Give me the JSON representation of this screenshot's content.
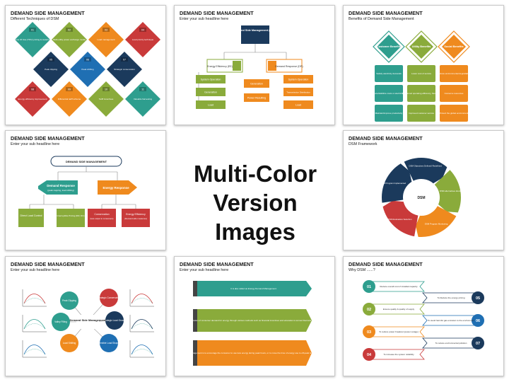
{
  "center_caption": {
    "line1": "Multi-Color",
    "line2": "Version Images"
  },
  "slides": [
    {
      "title": "DEMAND SIDE MANAGEMENT",
      "subtitle": "Different Techniques of DSM",
      "tiles": [
        {
          "num": "01",
          "text": "Time Of Use (TOU) pricing & metering",
          "color": "#2e9e8e"
        },
        {
          "num": "02",
          "text": "Multi-utility power exchange model",
          "color": "#8aab3b"
        },
        {
          "num": "03",
          "text": "Load management",
          "color": "#ef8a1e"
        },
        {
          "num": "04",
          "text": "Load priority technique",
          "color": "#c93a3a"
        },
        {
          "num": "05",
          "text": "Peak clipping",
          "color": "#1b3a5c"
        },
        {
          "num": "06",
          "text": "Peak shifting",
          "color": "#1f6fb3"
        },
        {
          "num": "07",
          "text": "Strategic conservation",
          "color": "#1b3a5c"
        },
        {
          "num": "08",
          "text": "Energy efficiency improvement",
          "color": "#c93a3a"
        },
        {
          "num": "09",
          "text": "Differential tariff scheme",
          "color": "#ef8a1e"
        },
        {
          "num": "10",
          "text": "Tariff incentives",
          "color": "#8aab3b"
        },
        {
          "num": "11",
          "text": "Valuable harvesting",
          "color": "#2e9e8e"
        }
      ]
    },
    {
      "title": "DEMAND SIDE MANAGEMENT",
      "subtitle": "Enter your sub headline here",
      "root": "Demand Side Management (DSM)",
      "left_head": "Energy Efficiency (EE)",
      "right_head": "Demand Response (DR)",
      "left_items": [
        "System Operation",
        "Generation",
        "Load"
      ],
      "center_items": [
        "Generation",
        "Power Resulting"
      ],
      "right_items": [
        "System Operation",
        "Transmission Distribution",
        "Load"
      ]
    },
    {
      "title": "DEMAND SIDE MANAGEMENT",
      "subtitle": "Benefits of Demand Side Management",
      "columns": [
        {
          "head": "Customer Benefits",
          "color": "#2e9e8e",
          "items": [
            "Satisfy electricity demands",
            "Reduce/stabilize costs or electricity bill",
            "Maintain/improve productivity"
          ]
        },
        {
          "head": "Utility Benefits",
          "color": "#8aab3b",
          "items": [
            "Lower cost of service",
            "Enhanced operating efficiency, flexibility",
            "Improved customer service"
          ]
        },
        {
          "head": "Social Benefits",
          "color": "#ef8a1e",
          "items": [
            "Reduce environmental degradation",
            "Conserve resources",
            "Protect the global environment"
          ]
        }
      ]
    },
    {
      "title": "DEMAND SIDE MANAGEMENT",
      "subtitle": "Enter your sub headline here",
      "root": "DEMAND SIDE MANAGEMENT",
      "left": "Demand Response",
      "left_note": "(peak capping, load shifting)",
      "right": "Energy Response",
      "leaves": [
        "Direct Load Control",
        "Interruptible Pricing (DR, DC)",
        "Conservation",
        "Energy Efficiency"
      ],
      "leaf_notes": [
        "",
        "",
        "(less output to consumers)",
        "(Demand-side measures)"
      ]
    },
    {
      "title": "DEMAND SIDE MANAGEMENT",
      "subtitle": "DSM Framework",
      "center": "DSM",
      "segments": [
        {
          "text": "DSM Objectives Defined/ Redefined",
          "color": "#1b3a5c"
        },
        {
          "text": "DSM alternatives identified",
          "color": "#8aab3b"
        },
        {
          "text": "DSM Program Monitoring",
          "color": "#ef8a1e"
        },
        {
          "text": "DSM Evaluation Selection",
          "color": "#c93a3a"
        },
        {
          "text": "DSM Program Implemented",
          "color": "#1b3a5c"
        }
      ]
    },
    {
      "title": "DEMAND SIDE MANAGEMENT",
      "subtitle": "Enter your sub headline here",
      "center": "Demand Side Management",
      "items": [
        {
          "text": "Peak Clipping",
          "color": "#2e9e8e"
        },
        {
          "text": "Valley Filling",
          "color": "#2e9e8e"
        },
        {
          "text": "Load Shifting",
          "color": "#ef8a1e"
        },
        {
          "text": "Strategic Conservation",
          "color": "#c93a3a"
        },
        {
          "text": "Strategic Load Growth",
          "color": "#1b3a5c"
        },
        {
          "text": "Flexible Load Shape",
          "color": "#1f6fb3"
        }
      ]
    },
    {
      "title": "DEMAND SIDE MANAGEMENT",
      "subtitle": "Enter your sub headline here",
      "banners": [
        {
          "text": "It is also called as Energy Demand Management.",
          "color": "#2e9e8e"
        },
        {
          "text": "The modification of consumer demand for energy through various methods such as financial incentives and education is termed Demand Management.",
          "color": "#8aab3b"
        },
        {
          "text": "The main goal of demand side management is to encourage the consumer to use less energy during peak hours, or to move the time of energy use to off-peak times such as night time and weekends.",
          "color": "#ef8a1e"
        }
      ]
    },
    {
      "title": "DEMAND SIDE MANAGEMENT",
      "subtitle": "Why DSM ......?",
      "steps": [
        {
          "num": "01",
          "text": "Reduce overall cost of installed capacity",
          "color": "#2e9e8e"
        },
        {
          "num": "02",
          "text": "Ensure quality & quality of supply",
          "color": "#8aab3b"
        },
        {
          "num": "03",
          "text": "To reduce power breakout (power outage)",
          "color": "#ef8a1e"
        },
        {
          "num": "04",
          "text": "To increase the system reliability",
          "color": "#c93a3a"
        },
        {
          "num": "05",
          "text": "To Reduce the energy pricing",
          "color": "#1b3a5c"
        },
        {
          "num": "06",
          "text": "To avoid harmful gas emission to the environment",
          "color": "#1f6fb3"
        },
        {
          "num": "07",
          "text": "To reduce environmental pollution",
          "color": "#1b3a5c"
        }
      ]
    }
  ]
}
